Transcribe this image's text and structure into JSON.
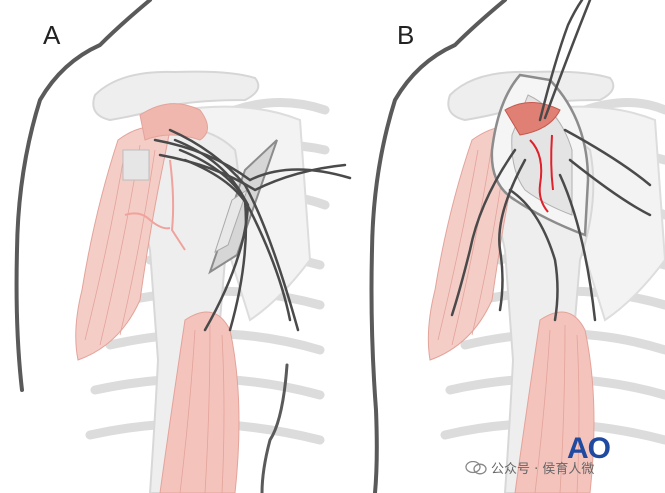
{
  "panels": [
    {
      "label": "A"
    },
    {
      "label": "B"
    }
  ],
  "logo": "AO",
  "watermark": {
    "text": "公众号 · 侯育人微",
    "icon": "wechat-icon"
  },
  "colors": {
    "outline": "#5a5a5a",
    "bone": "#ececec",
    "muscle": "#f2c9c3",
    "muscle_line": "#e3a39a",
    "fracture": "#e0202a",
    "suture": "#4a4a4a",
    "retractor": "#8c8c8c",
    "logo": "#1f4aa0"
  }
}
